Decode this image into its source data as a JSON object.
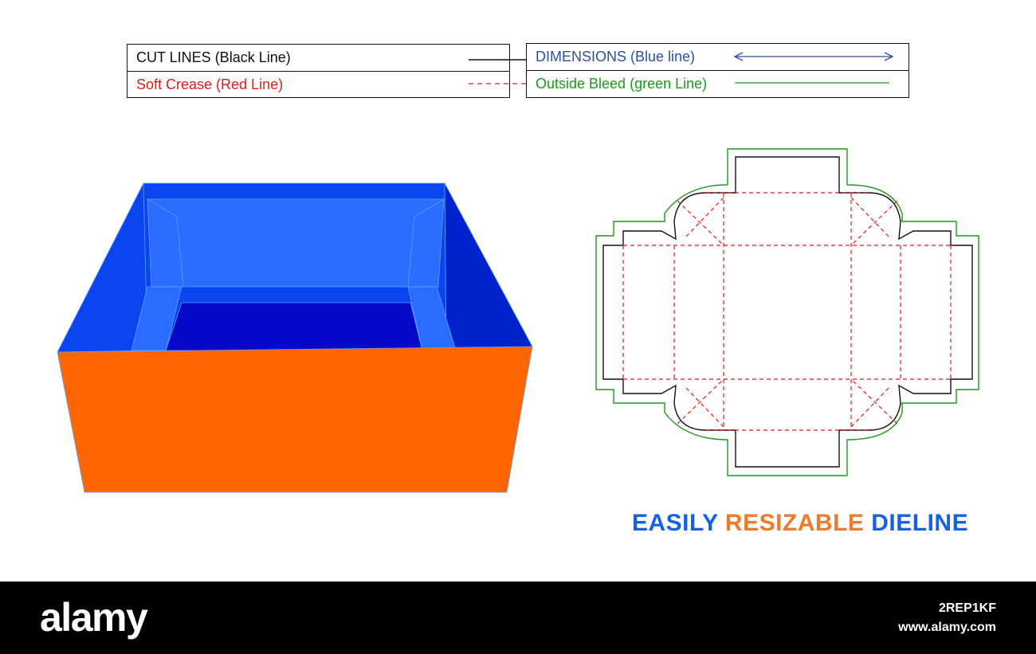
{
  "legend": {
    "cut_lines": {
      "label": "CUT LINES (Black Line)",
      "color": "#111111"
    },
    "soft_crease": {
      "label": "Soft Crease (Red Line)",
      "color": "#e01b1b"
    },
    "dimensions": {
      "label": "DIMENSIONS (Blue line)",
      "color": "#2f4f9e"
    },
    "outside_bleed": {
      "label": "Outside Bleed (green Line)",
      "color": "#1b9a1b"
    }
  },
  "box_colors": {
    "outer_side": "#ff6600",
    "inner_wall": "#0a45f0",
    "inner_dark": "#0022cc",
    "floor": "#0708c8",
    "flap": "#2a6cff",
    "edge": "#5aa0ff"
  },
  "dieline_colors": {
    "cut": "#111111",
    "crease": "#e01b1b",
    "bleed": "#1b9a1b"
  },
  "headline": {
    "word1": "EASILY",
    "word2": "RESIZABLE",
    "word3": "DIELINE"
  },
  "footer": {
    "logo": "alamy",
    "image_id": "2REP1KF",
    "site": "www.alamy.com"
  }
}
